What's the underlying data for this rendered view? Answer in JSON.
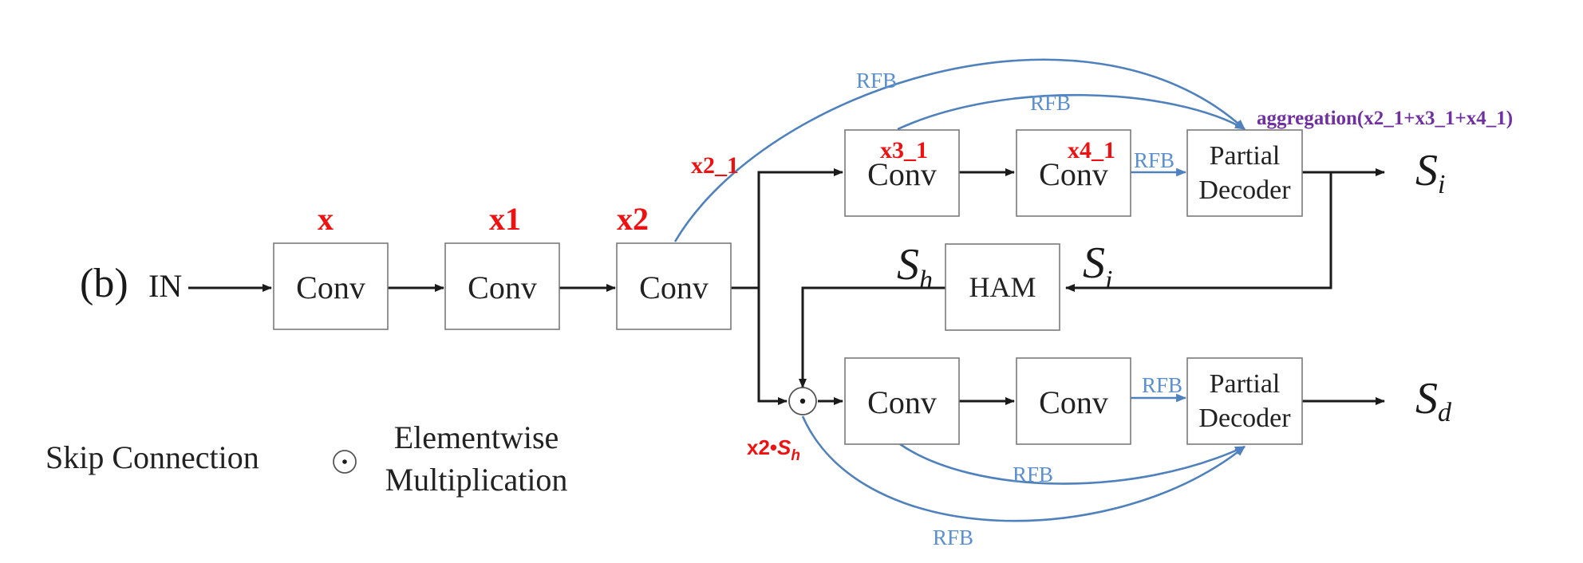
{
  "panel_label": "(b)",
  "input_label": "IN",
  "blocks": {
    "conv_1": "Conv",
    "conv_2": "Conv",
    "conv_3": "Conv",
    "conv_top_1": "Conv",
    "conv_top_2": "Conv",
    "conv_bottom_1": "Conv",
    "conv_bottom_2": "Conv",
    "ham": "HAM",
    "partial_decoder_top": [
      "Partial",
      "Decoder"
    ],
    "partial_decoder_bottom": [
      "Partial",
      "Decoder"
    ]
  },
  "feature_labels": {
    "x": "x",
    "x1": "x1",
    "x2": "x2",
    "x2_1": "x2_1",
    "x3_1": "x3_1",
    "x4_1": "x4_1",
    "x2_sh": "x2•",
    "x2_sh_sym": "S",
    "x2_sh_sub": "h"
  },
  "outputs": {
    "s_i_symbol": "S",
    "s_i_sub": "i",
    "s_d_symbol": "S",
    "s_d_sub": "d",
    "s_h_symbol": "S",
    "s_h_sub": "h",
    "s_i_feedback_symbol": "S",
    "s_i_feedback_sub": "i"
  },
  "rfb_label": "RFB",
  "aggregation_label": "aggregation(x2_1+x3_1+x4_1)",
  "legend": {
    "skip_connection": "Skip Connection",
    "elementwise_line1": "Elementwise",
    "elementwise_line2": "Multiplication",
    "multiply_symbol": "⊙"
  },
  "colors": {
    "annotation_red": "#ee1111",
    "rfb_blue": "#4f81bd",
    "aggregation_purple": "#7030a0",
    "wire_black": "#1a1a1a"
  }
}
